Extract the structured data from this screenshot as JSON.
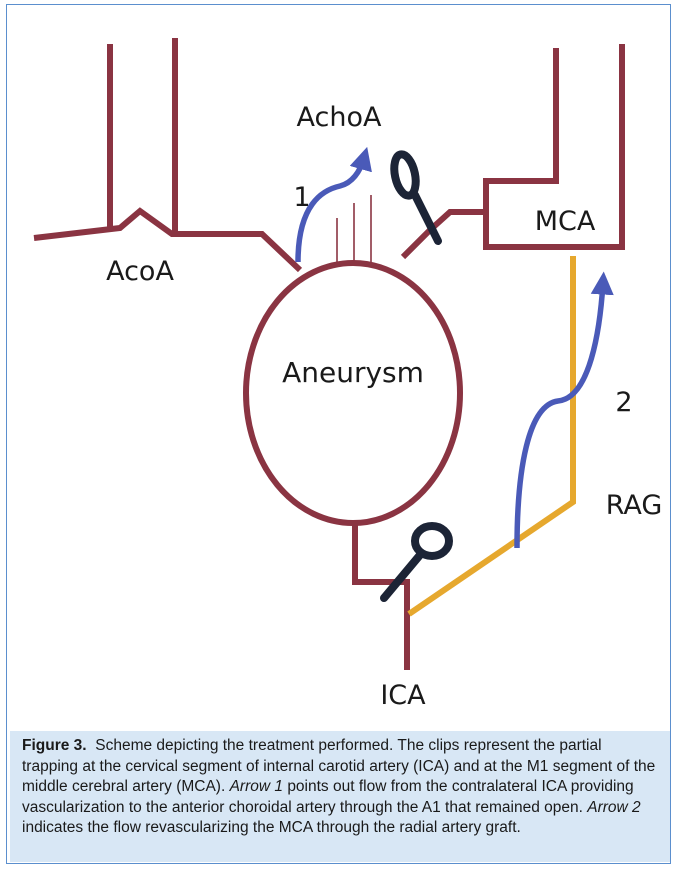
{
  "labels": {
    "achoa": "AchoA",
    "acoa": "AcoA",
    "mca": "MCA",
    "aneurysm": "Aneurysm",
    "ica": "ICA",
    "rag": "RAG",
    "arrow1": "1",
    "arrow2": "2"
  },
  "colors": {
    "artery": "#8a3442",
    "graft": "#e6a82e",
    "flow_arrow": "#4a5ab8",
    "clip": "#1c2436",
    "frame": "#5b8fce",
    "caption_bg": "#d8e7f5"
  },
  "caption": {
    "label": "Figure 3.",
    "text_1": "Scheme depicting the treatment performed. The clips represent the partial trapping at the cervical segment of internal carotid artery (ICA) and at the M1 segment of the middle cerebral artery (MCA).",
    "arrow1_label": "Arrow 1",
    "text_2": "points out flow from the contralateral ICA providing vascularization to the anterior choroidal artery through the A1 that remained open.",
    "arrow2_label": "Arrow 2",
    "text_3": "indicates the flow revascularizing the MCA through the radial artery graft."
  }
}
